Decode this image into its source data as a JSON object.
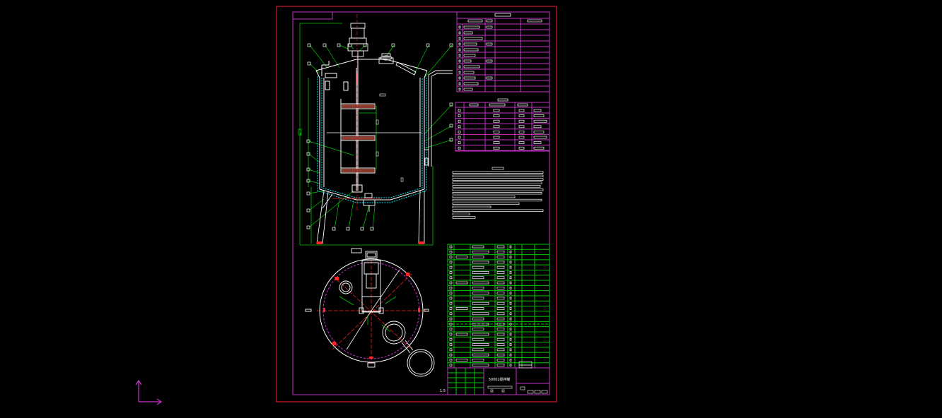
{
  "colors": {
    "background": "#000000",
    "sheet_border": "#ff1e3c",
    "frame": "#c832c8",
    "outline": "#ffffff",
    "dimension": "#00c800",
    "center_line": "#ff2828",
    "insulation": "#00e6ff",
    "ucs": "#c832c8"
  },
  "title_block": {
    "drawing_title": "5000L搅拌罐",
    "scale_label": "1:5"
  },
  "tables": {
    "parts_row_count": 24
  },
  "ucs_icon": "ucs-axis-icon"
}
